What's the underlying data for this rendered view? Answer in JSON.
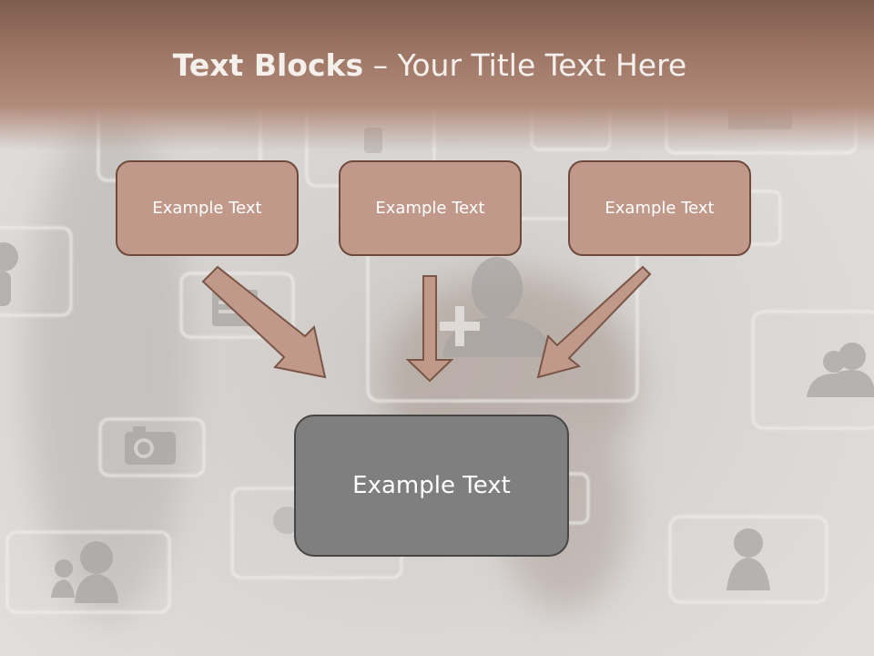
{
  "title": {
    "bold": "Text Blocks",
    "rest": " – Your Title Text Here"
  },
  "blocks": [
    "Example Text",
    "Example Text",
    "Example Text"
  ],
  "center_block": "Example Text",
  "colors": {
    "header": "#9e7666",
    "block_fill": "#c1998a",
    "block_border": "#6e4a3c",
    "center_fill": "#7f7f7f",
    "center_border": "#474747",
    "arrow_fill": "#c1998a",
    "arrow_stroke": "#7a5646"
  },
  "background_icons": [
    "person-icon",
    "document-icon",
    "camera-icon",
    "add-user-icon",
    "group-icon",
    "user-female-icon",
    "users-icon"
  ]
}
